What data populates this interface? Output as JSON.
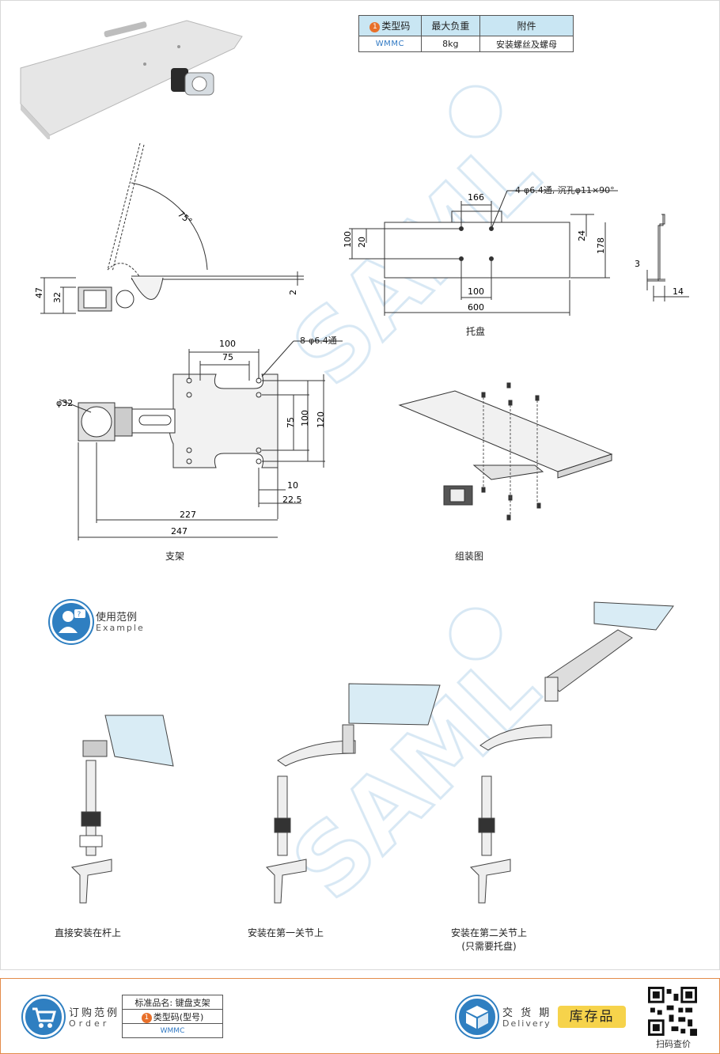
{
  "spec_table": {
    "headers": [
      "类型码",
      "最大负重",
      "附件"
    ],
    "header_marker": "1",
    "row": [
      "WMMC",
      "8kg",
      "安装螺丝及螺母"
    ]
  },
  "tray_drawing": {
    "hole_note": "4-φ6.4通, 沉孔φ11×90°",
    "dims": {
      "d166": "166",
      "d100_left": "100",
      "d20": "20",
      "d24": "24",
      "d178": "178",
      "d100_bottom": "100",
      "d600": "600",
      "d3": "3",
      "d14": "14"
    },
    "caption": "托盘"
  },
  "side_drawing": {
    "dims": {
      "angle": "75°",
      "d47": "47",
      "d32": "32",
      "d2": "2"
    }
  },
  "bracket_drawing": {
    "hole_note": "8-φ6.4通",
    "dims": {
      "d100": "100",
      "d75": "75",
      "dia32": "φ32",
      "v75": "75",
      "v100": "100",
      "v120": "120",
      "d10": "10",
      "d22_5": "22.5",
      "d227": "227",
      "d247": "247"
    },
    "caption": "支架"
  },
  "assembly": {
    "caption": "组装图"
  },
  "example": {
    "title": "使用范例",
    "subtitle": "Example",
    "captions": [
      "直接安装在杆上",
      "安装在第一关节上",
      "安装在第二关节上",
      "(只需要托盘)"
    ]
  },
  "footer": {
    "order_title": "订购范例",
    "order_sub": "Order",
    "order_rows": [
      "标准品名: 键盘支架",
      "类型码(型号)",
      "WMMC"
    ],
    "delivery_title": "交 货 期",
    "delivery_sub": "Delivery",
    "stock_label": "库存品",
    "qr_label": "扫码查价"
  },
  "colors": {
    "accent_blue": "#2f7fc1",
    "table_header": "#c9e6f3",
    "stock_yellow": "#f6d34b",
    "orange_marker": "#e8702a"
  }
}
